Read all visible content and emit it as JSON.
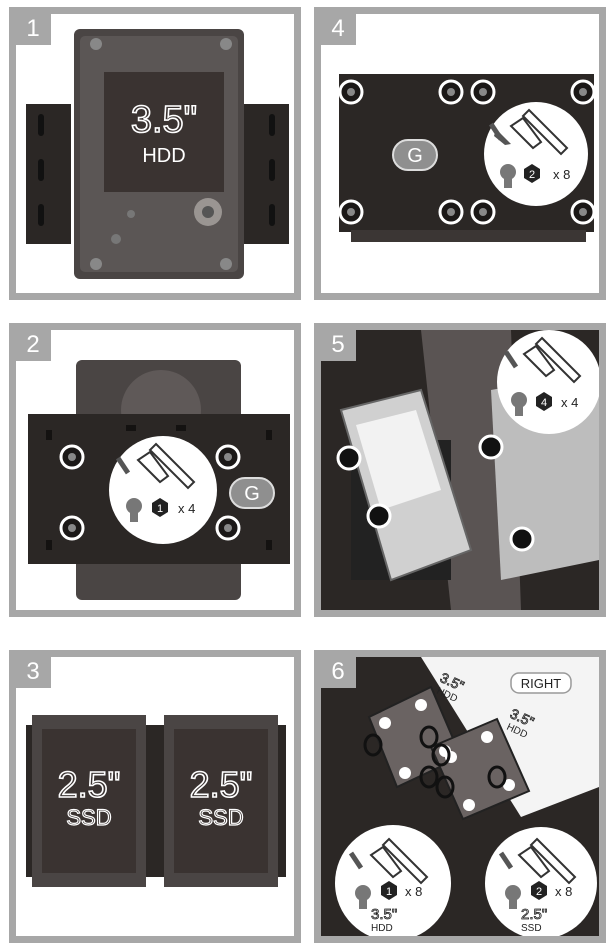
{
  "steps": [
    {
      "number": "1"
    },
    {
      "number": "2"
    },
    {
      "number": "3"
    },
    {
      "number": "4"
    },
    {
      "number": "5"
    },
    {
      "number": "6"
    }
  ],
  "labels": {
    "hdd_size": "3.5\"",
    "hdd": "HDD",
    "ssd_size": "2.5\"",
    "ssd": "SSD",
    "screw_g": "G",
    "right": "RIGHT"
  },
  "screws": {
    "step2": {
      "type": "1",
      "qty": "x 4"
    },
    "step4": {
      "type": "2",
      "qty": "x 8"
    },
    "step5": {
      "type": "4",
      "qty": "x 4"
    },
    "step6_hdd": {
      "type": "1",
      "qty": "x 8"
    },
    "step6_ssd": {
      "type": "2",
      "qty": "x 8"
    }
  },
  "colors": {
    "frame": "#a7a7a7",
    "drive_dark": "#3a3331",
    "bracket": "#2b2725"
  }
}
